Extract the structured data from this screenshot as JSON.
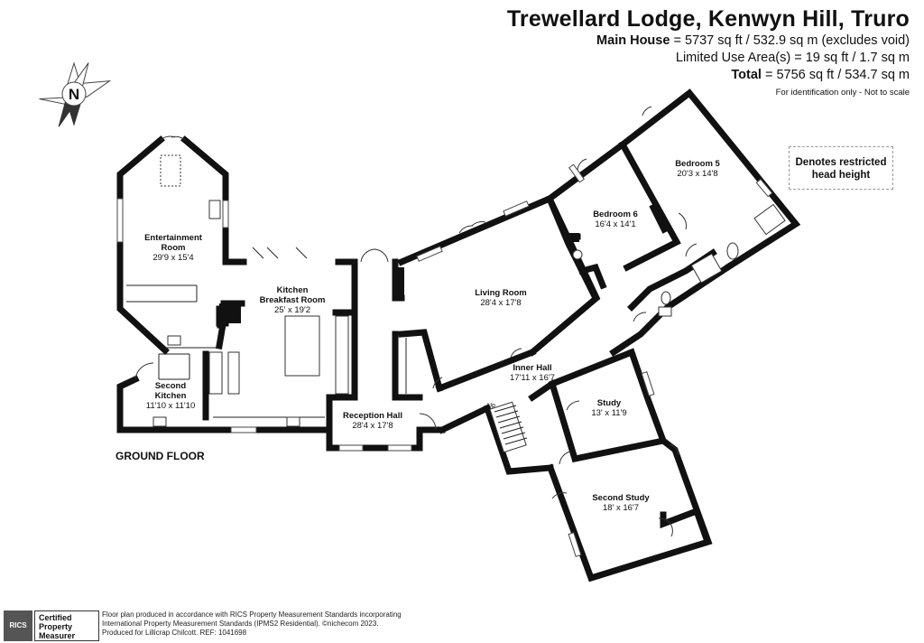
{
  "header": {
    "title": "Trewellard Lodge, Kenwyn Hill, Truro",
    "main_house_label": "Main House",
    "main_house_value": " = 5737 sq ft / 532.9 sq m (excludes void)",
    "limited_use": "Limited Use Area(s) = 19 sq ft / 1.7 sq m",
    "total_label": "Total",
    "total_value": " = 5756 sq ft / 534.7 sq m",
    "note": "For identification only - Not to scale"
  },
  "legend": {
    "line1": "Denotes restricted",
    "line2": "head height"
  },
  "compass": {
    "letter": "N"
  },
  "floor_label": "GROUND FLOOR",
  "rooms": [
    {
      "name": "Entertainment",
      "name2": "Room",
      "dims": "29'9 x 15'4"
    },
    {
      "name": "Kitchen",
      "name2": "Breakfast Room",
      "dims": "25' x 19'2"
    },
    {
      "name": "Second",
      "name2": "Kitchen",
      "dims": "11'10 x 11'10"
    },
    {
      "name": "Reception Hall",
      "dims": "28'4 x 17'8"
    },
    {
      "name": "Living Room",
      "dims": "28'4 x 17'8"
    },
    {
      "name": "Inner Hall",
      "dims": "17'11 x 16'7"
    },
    {
      "name": "Bedroom 6",
      "dims": "16'4 x 14'1"
    },
    {
      "name": "Bedroom 5",
      "dims": "20'3 x 14'8"
    },
    {
      "name": "Study",
      "dims": "13' x 11'9"
    },
    {
      "name": "Second Study",
      "dims": "18' x 16'7"
    }
  ],
  "stairs_label": "Up",
  "footer": {
    "line1": "Floor plan produced in accordance with RICS Property Measurement Standards incorporating",
    "line2": "International Property Measurement Standards (IPMS2 Residential).  ©nichecom 2023.",
    "line3": "Produced for Lillicrap Chilcott.   REF: 1041698",
    "badge": "RICS",
    "cert1": "Certified",
    "cert2": "Property",
    "cert3": "Measurer"
  }
}
